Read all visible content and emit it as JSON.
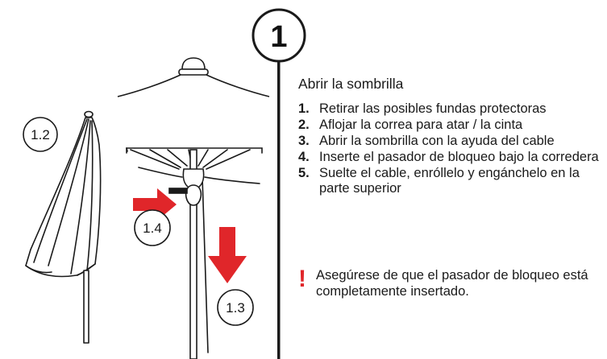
{
  "step_badge": "1",
  "title": "Abrir la sombrilla",
  "steps": [
    {
      "num": "1.",
      "text": "Retirar las posibles fundas protectoras"
    },
    {
      "num": "2.",
      "text": "Aflojar la correa para atar / la cinta"
    },
    {
      "num": "3.",
      "text": "Abrir la sombrilla con la ayuda del cable"
    },
    {
      "num": "4.",
      "text": "Inserte el pasador de bloqueo bajo la corredera"
    },
    {
      "num": "5.",
      "text": "Suelte el cable, enróllelo y engánchelo en la parte superior"
    }
  ],
  "warning": {
    "symbol": "!",
    "text": "Asegúrese de que el pasador de bloqueo está completamente insertado."
  },
  "callouts": {
    "c12": "1.2",
    "c13": "1.3",
    "c14": "1.4"
  },
  "colors": {
    "accent": "#e0262a",
    "line": "#1a1a1a"
  }
}
